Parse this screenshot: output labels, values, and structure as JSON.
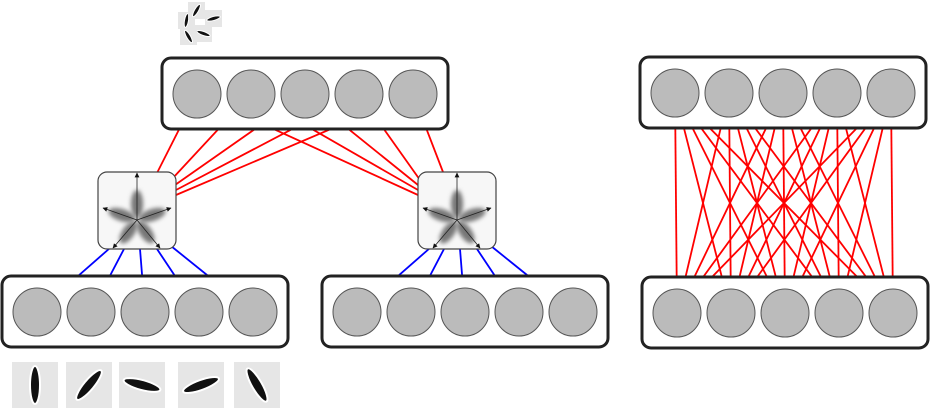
{
  "colors": {
    "feedforward_edge": "#ff0000",
    "input_edge": "#0000ff",
    "unit_fill": "#bbbbbb",
    "unit_stroke": "#555555",
    "layer_box_stroke": "#222222",
    "pool_fill": "#f7f7f7",
    "lobe_fill": "#777777",
    "patch_bg": "#e6e6e6",
    "bar_fill": "#111111"
  },
  "diagram": {
    "units_per_layer": 5,
    "input_orientations_deg": [
      0,
      40,
      -75,
      70,
      150
    ],
    "top_orientations_deg": [
      10,
      30,
      75,
      110,
      150
    ],
    "icons": {
      "pool": "orientation-pooling-icon",
      "patch": "oriented-bar-patch-icon"
    }
  }
}
